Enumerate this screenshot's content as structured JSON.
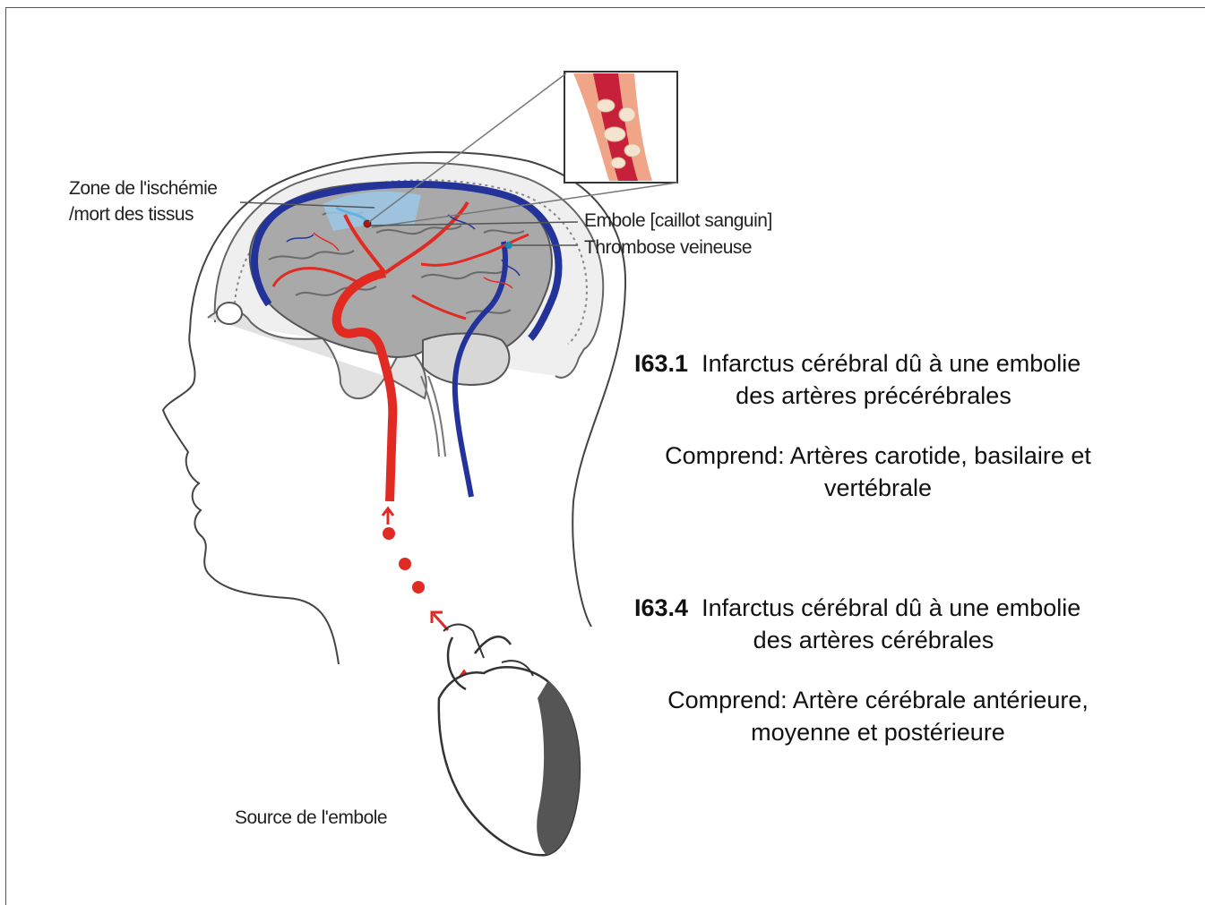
{
  "labels": {
    "ischemia_line1": "Zone de l'ischémie",
    "ischemia_line2": "/mort des tissus",
    "embolus": "Embole [caillot sanguin]",
    "thrombosis": "Thrombose veineuse",
    "source": "Source de l'embole"
  },
  "codes": [
    {
      "code": "I63.1",
      "title_line1": "Infarctus cérébral dû à une embolie",
      "title_line2": "des artères précérébrales",
      "includes_line1": "Comprend: Artères carotide, basilaire et",
      "includes_line2": "vertébrale"
    },
    {
      "code": "I63.4",
      "title_line1": "Infarctus cérébral dû à une embolie",
      "title_line2": "des artères cérébrales",
      "includes_line1": "Comprend: Artère cérébrale  antérieure,",
      "includes_line2": "moyenne et postérieure"
    }
  ],
  "colors": {
    "artery": "#e02a22",
    "vein": "#23339a",
    "ischemia_zone": "#8fc3e6",
    "brain": "#a8a8a8",
    "skull": "#e8e8e8"
  }
}
